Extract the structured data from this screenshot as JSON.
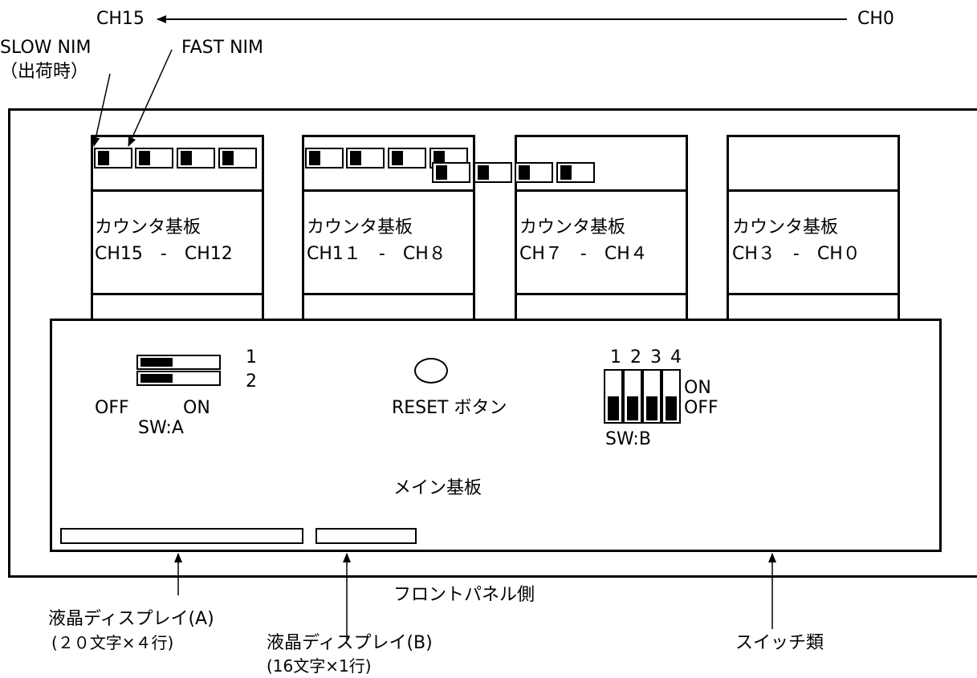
{
  "top": {
    "ch15": "CH15",
    "ch0": "CH0",
    "slow_nim": "SLOW NIM",
    "slow_nim_note": "（出荷時）",
    "fast_nim": "FAST NIM"
  },
  "boards": [
    {
      "title": "カウンタ基板",
      "channels": "CH15　-　CH12"
    },
    {
      "title": "カウンタ基板",
      "channels": "CH1１　-　CH８"
    },
    {
      "title": "カウンタ基板",
      "channels": "CH７　-　CH４"
    },
    {
      "title": "カウンタ基板",
      "channels": "CH３　-　CH０"
    }
  ],
  "main": {
    "sw_a_row1": "1",
    "sw_a_row2": "2",
    "sw_a_off": "OFF",
    "sw_a_on": "ON",
    "sw_a_label": "SW:A",
    "reset_label": "RESET ボタン",
    "sw_b_numbers": "1 2 3 4",
    "sw_b_on": "ON",
    "sw_b_off": "OFF",
    "sw_b_label": "SW:B",
    "board_label": "メイン基板"
  },
  "bottom": {
    "front_panel": "フロントパネル側",
    "display_a": "液晶ディスプレイ(A)",
    "display_a_spec": "(２０文字×４行)",
    "display_b": "液晶ディスプレイ(B)",
    "display_b_spec": "(16文字×1行)",
    "switches": "スイッチ類"
  }
}
